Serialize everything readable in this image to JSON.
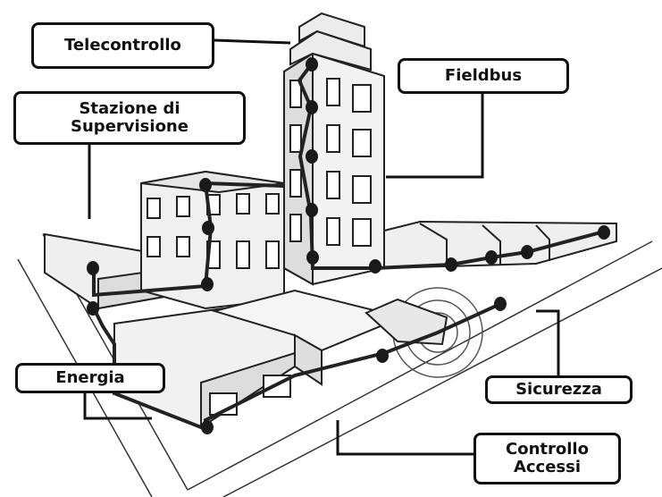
{
  "labels": {
    "telecontrollo": "Telecontrollo",
    "fieldbus": "Fieldbus",
    "stazione": "Stazione di\nSupervisione",
    "energia": "Energia",
    "sicurezza": "Sicurezza",
    "controllo": "Controllo\nAccessi"
  },
  "colors": {
    "line": "#111111",
    "cable": "#222222",
    "building_fill": "#f2f2f2",
    "building_shade": "#d9d9d9"
  }
}
